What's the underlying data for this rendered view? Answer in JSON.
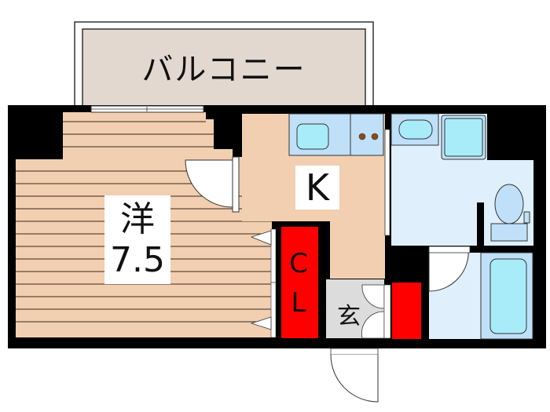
{
  "floor_plan": {
    "balcony": {
      "label": "バルコニー"
    },
    "western_room": {
      "type_label": "洋",
      "size_label": "7.5"
    },
    "kitchen": {
      "label": "K"
    },
    "closet": {
      "label_line1": "C",
      "label_line2": "L"
    },
    "entrance": {
      "label": "玄"
    }
  },
  "colors": {
    "wall": "#000000",
    "floor_wood": "#f2cfb0",
    "floor_lines": "#3a2a1a",
    "balcony_fill": "#e2d8d0",
    "kitchen_floor": "#f2cfb0",
    "closet": "#ff0000",
    "wet_area": "#dff0fc",
    "fixture": "#bfe0f8",
    "fixture_inner": "#a8ecfa",
    "entrance_floor": "#dcdcdc",
    "stove_burner": "#8b4a1c"
  }
}
